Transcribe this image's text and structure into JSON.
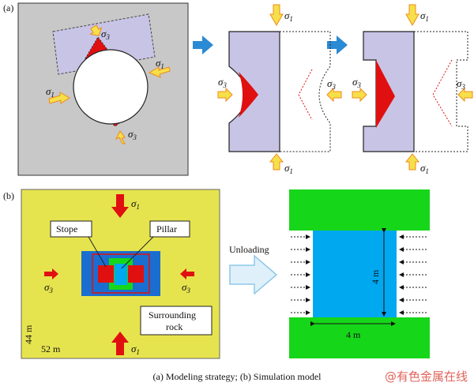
{
  "panel_a_label": "(a)",
  "panel_b_label": "(b)",
  "sigma": "σ",
  "sub1": "1",
  "sub3": "3",
  "labels": {
    "stope": "Stope",
    "pillar": "Pillar",
    "surrounding_line1": "Surrounding",
    "surrounding_line2": "rock",
    "unloading": "Unloading",
    "height_44": "44 m",
    "width_52": "52 m",
    "dim_vertical": "4 m",
    "dim_horizontal": "4 m"
  },
  "caption": "(a) Modeling strategy; (b) Simulation model",
  "watermark": "@有色金属在线",
  "colors": {
    "lavender": "#c8c4e6",
    "gray_box": "#c8c8c8",
    "red": "#e01010",
    "arrow_fill": "#f6e04a",
    "arrow_edge": "#f08a1a",
    "blue_arrow": "#2a8ad4",
    "yellow_field": "#e6e44e",
    "green": "#16d61a",
    "cyan": "#00a8f0",
    "model_blue": "#1a6ecf"
  }
}
